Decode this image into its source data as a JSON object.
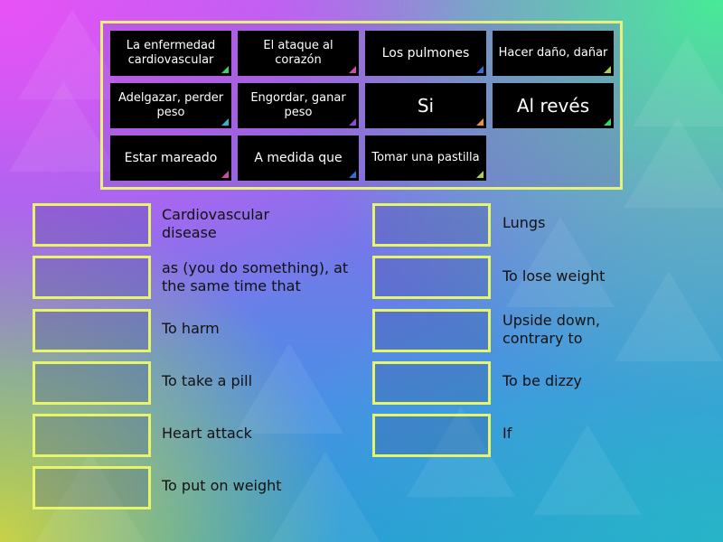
{
  "activity": {
    "type": "match-up",
    "word_bank": [
      {
        "label": "La enfermedad cardiovascular",
        "size": "small",
        "corner_color": "#3ccf6e"
      },
      {
        "label": "El ataque al corazón",
        "size": "small",
        "corner_color": "#d04aa8"
      },
      {
        "label": "Los pulmones",
        "size": "mid",
        "corner_color": "#2f6fd8"
      },
      {
        "label": "Hacer daño, dañar",
        "size": "small",
        "corner_color": "#a8d04a"
      },
      {
        "label": "Adelgazar, perder peso",
        "size": "small",
        "corner_color": "#3ab0c8"
      },
      {
        "label": "Engordar, ganar peso",
        "size": "small",
        "corner_color": "#8a4ad8"
      },
      {
        "label": "Si",
        "size": "big",
        "corner_color": "#e8904a"
      },
      {
        "label": "Al revés",
        "size": "big",
        "corner_color": "#3ccf6e"
      },
      {
        "label": "Estar mareado",
        "size": "mid",
        "corner_color": "#d04aa8"
      },
      {
        "label": "A medida que",
        "size": "mid",
        "corner_color": "#2f6fd8"
      },
      {
        "label": "Tomar una pastilla",
        "size": "small",
        "corner_color": "#a8d04a"
      }
    ],
    "targets_left": [
      {
        "definition": "Cardiovascular disease",
        "answer": ""
      },
      {
        "definition": "as (you do something), at the same time that",
        "answer": ""
      },
      {
        "definition": "To harm",
        "answer": ""
      },
      {
        "definition": "To take a pill",
        "answer": ""
      },
      {
        "definition": "Heart attack",
        "answer": ""
      },
      {
        "definition": "To put on weight",
        "answer": ""
      }
    ],
    "targets_right": [
      {
        "definition": "Lungs",
        "answer": ""
      },
      {
        "definition": "To lose weight",
        "answer": ""
      },
      {
        "definition": "Upside down, contrary to",
        "answer": ""
      },
      {
        "definition": "To be dizzy",
        "answer": ""
      },
      {
        "definition": "If",
        "answer": ""
      }
    ]
  },
  "colors": {
    "tile_bg": "#000000",
    "tile_text": "#ffffff",
    "slot_border": "#e6f56a",
    "bank_border": "#e6f27a",
    "definition_text": "#111111"
  }
}
